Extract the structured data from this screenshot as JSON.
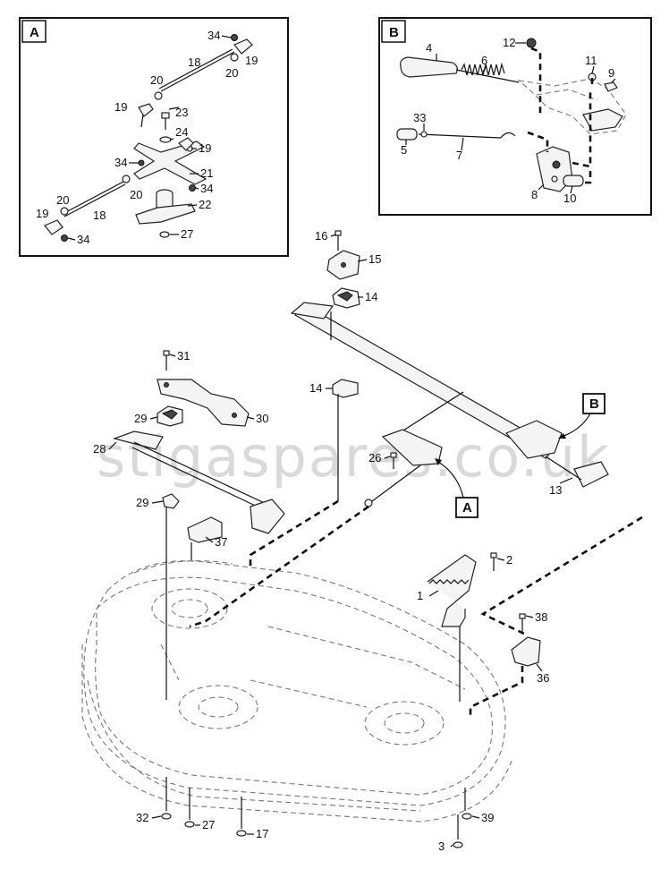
{
  "watermark": "stigaspares.co.uk",
  "insets": {
    "a": {
      "label": "A"
    },
    "b": {
      "label": "B"
    }
  },
  "callouts": {
    "a": "A",
    "b": "B"
  },
  "inset_a_parts": [
    "34",
    "19",
    "18",
    "20",
    "20",
    "19",
    "23",
    "24",
    "19",
    "34",
    "21",
    "20",
    "34",
    "22",
    "20",
    "19",
    "18",
    "34",
    "27"
  ],
  "inset_b_parts": [
    "12",
    "4",
    "6",
    "11",
    "9",
    "33",
    "5",
    "7",
    "8",
    "10"
  ],
  "main_parts": [
    "16",
    "15",
    "14",
    "31",
    "14",
    "29",
    "30",
    "28",
    "26",
    "29",
    "37",
    "13",
    "2",
    "1",
    "38",
    "36",
    "32",
    "27",
    "17",
    "39",
    "3"
  ]
}
